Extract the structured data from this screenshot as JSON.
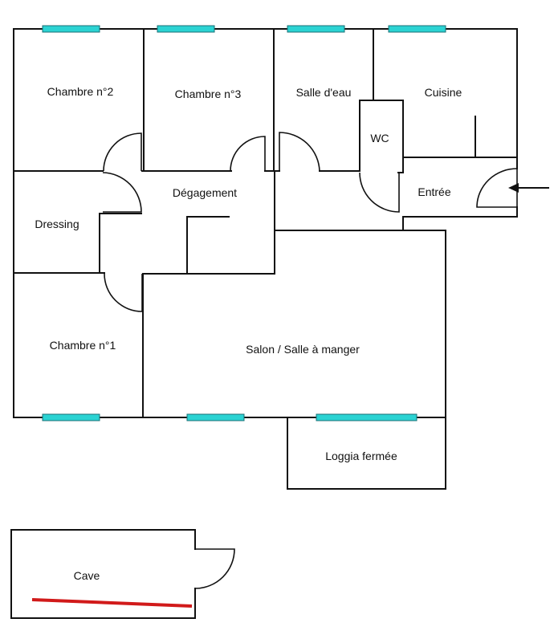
{
  "rooms": {
    "chambre2": "Chambre n°2",
    "chambre3": "Chambre n°3",
    "salle_eau": "Salle d'eau",
    "cuisine": "Cuisine",
    "wc": "WC",
    "degagement": "Dégagement",
    "entree": "Entrée",
    "dressing": "Dressing",
    "chambre1": "Chambre n°1",
    "salon": "Salon / Salle à manger",
    "loggia": "Loggia fermée",
    "cave": "Cave"
  },
  "colors": {
    "wall": "#111111",
    "window": "#2bd3d3",
    "window_frame": "#1a6f74",
    "cave_mark": "#d11a1a",
    "background": "#ffffff"
  },
  "icons": {
    "entrance": "arrow-left-icon"
  }
}
